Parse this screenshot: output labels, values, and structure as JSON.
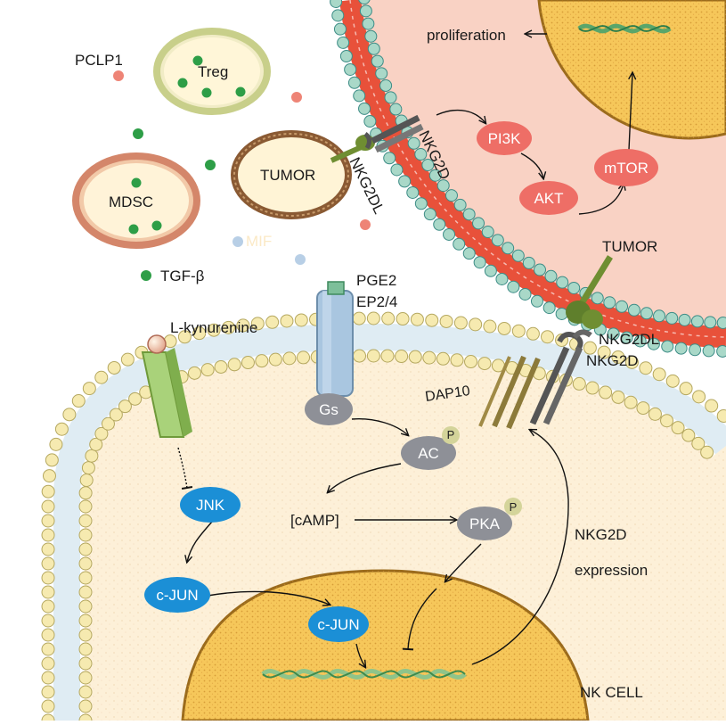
{
  "labels": {
    "proliferation": "proliferation",
    "pclp1": "PCLP1",
    "treg": "Treg",
    "tumor_small": "TUMOR",
    "mdsc": "MDSC",
    "nkg2d_top": "NKG2D",
    "nkg2dl_top": "NKG2DL",
    "pi3k": "PI3K",
    "akt": "AKT",
    "mtor": "mTOR",
    "mif": "MIF",
    "tgfb": "TGF-β",
    "tumor_right": "TUMOR",
    "pge2": "PGE2",
    "ep24": "EP2/4",
    "lkyn": "L-kynurenine",
    "nkg2dl_right": "NKG2DL",
    "nkg2d_right": "NKG2D",
    "dap10": "DAP10",
    "gs": "Gs",
    "ac": "AC",
    "p1": "P",
    "camp": "[cAMP]",
    "pka": "PKA",
    "p2": "P",
    "jnk": "JNK",
    "cjun1": "c-JUN",
    "cjun2": "c-JUN",
    "nkg2d_expr1": "NKG2D",
    "nkg2d_expr2": "expression",
    "nkcell": "NK CELL"
  },
  "colors": {
    "tumor_cytoplasm": "#f9d2c4",
    "nk_cytoplasm": "#fdf0d8",
    "nucleus": "#f6c75a",
    "membrane_red": "#e8513a",
    "head_teal": "#a9d8c8",
    "head_yellow": "#f6eab0",
    "enzyme_red": "#ee6e66",
    "protein_gray": "#8e9097",
    "jnk_blue": "#1b8fd6",
    "ligand_green": "#6f8e32",
    "tgfb_green": "#3aa64a",
    "pclp1_pink": "#ee8476",
    "mif_blue": "#b8cfe6"
  }
}
